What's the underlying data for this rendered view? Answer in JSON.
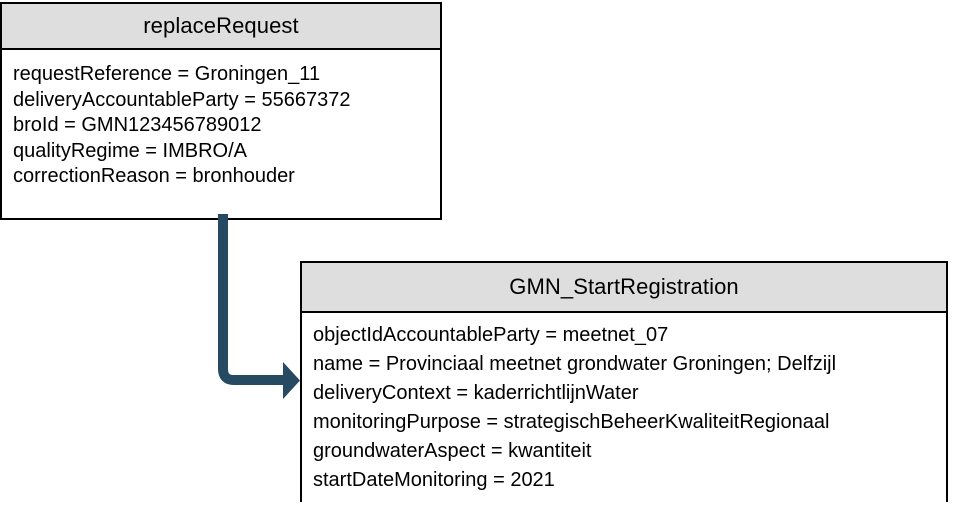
{
  "diagram": {
    "type": "uml-object-diagram",
    "background_color": "#ffffff",
    "header_fill_color": "#dedede",
    "border_color": "#000000",
    "connector_color": "#254a61"
  },
  "boxes": [
    {
      "id": "replaceRequest",
      "title": "replaceRequest",
      "attributes": [
        "requestReference = Groningen_11",
        "deliveryAccountableParty = 55667372",
        "broId = GMN123456789012",
        "qualityRegime = IMBRO/A",
        "correctionReason = bronhouder"
      ]
    },
    {
      "id": "GMN_StartRegistration",
      "title": "GMN_StartRegistration",
      "attributes": [
        "objectIdAccountableParty = meetnet_07",
        "name = Provinciaal meetnet grondwater Groningen; Delfzijl",
        "deliveryContext = kaderrichtlijnWater",
        "monitoringPurpose = strategischBeheerKwaliteitRegionaal",
        "groundwaterAspect = kwantiteit",
        "startDateMonitoring = 2021"
      ]
    }
  ],
  "connector": {
    "name": "replaceRequest-to-gmn-start-registration",
    "style": "elbow-arrow",
    "from": "replaceRequest",
    "to": "GMN_StartRegistration",
    "color": "#254a61",
    "stroke_width": 10,
    "arrowhead": "solid-triangle"
  }
}
